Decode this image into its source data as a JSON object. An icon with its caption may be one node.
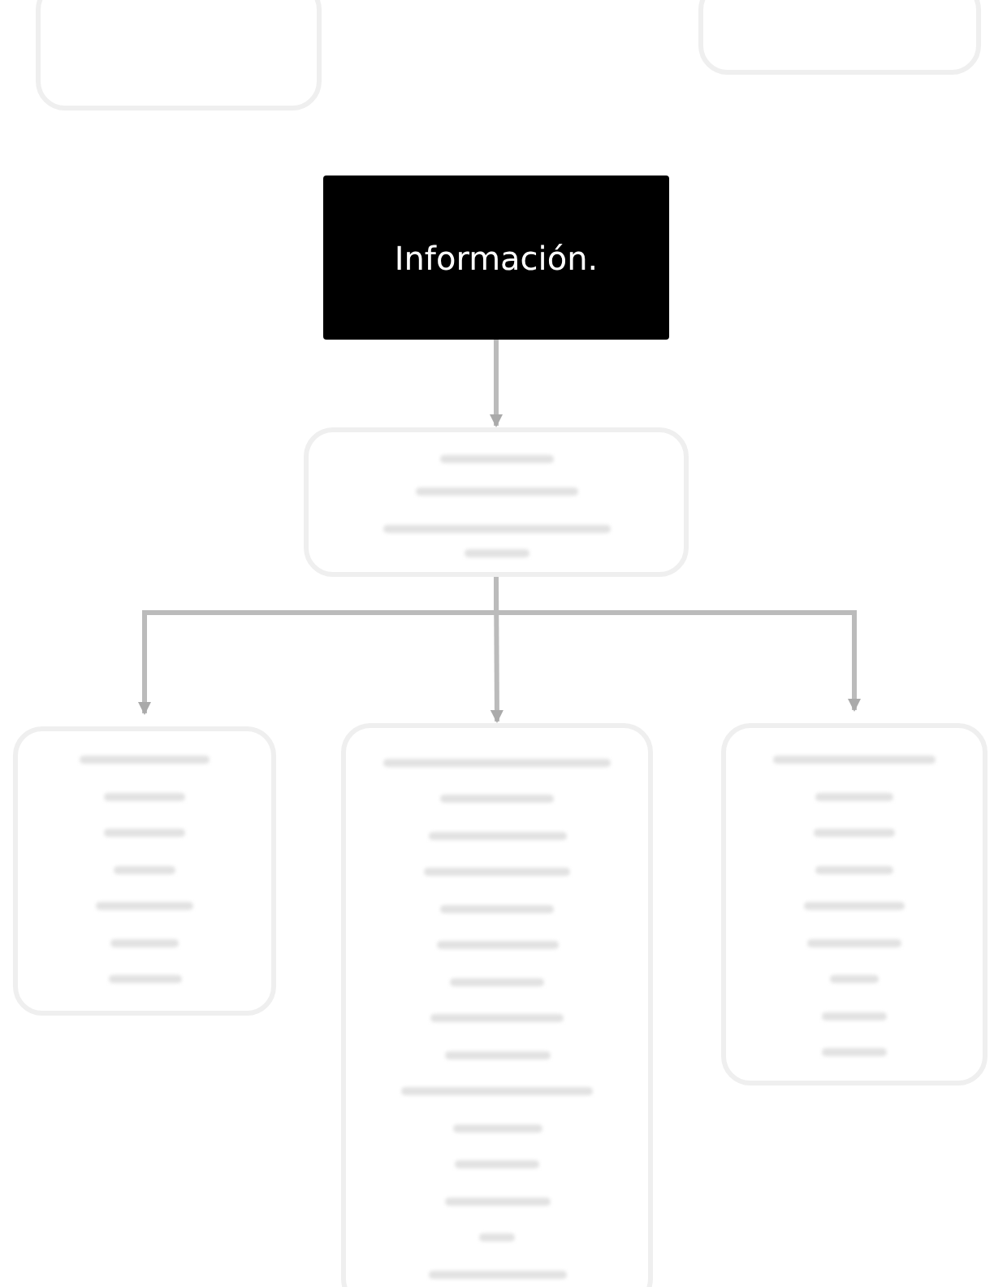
{
  "diagram": {
    "nodes": [
      {
        "text": [],
        "shape": "box"
      },
      {
        "text": [],
        "shape": "box"
      },
      {
        "text": [
          "Información."
        ]
      },
      {
        "text": [],
        "shape": "box"
      },
      {
        "text": [],
        "shape": "box"
      },
      {
        "text": [],
        "shape": "box"
      },
      {
        "text": [],
        "shape": "box"
      }
    ],
    "edges": [
      {
        "from": 2,
        "to": 3,
        "arrow": "to"
      },
      {
        "from": 3,
        "to": 4,
        "arrow": "to"
      },
      {
        "from": 3,
        "to": 5,
        "arrow": "to"
      },
      {
        "from": 3,
        "to": 6,
        "arrow": "to"
      }
    ]
  }
}
